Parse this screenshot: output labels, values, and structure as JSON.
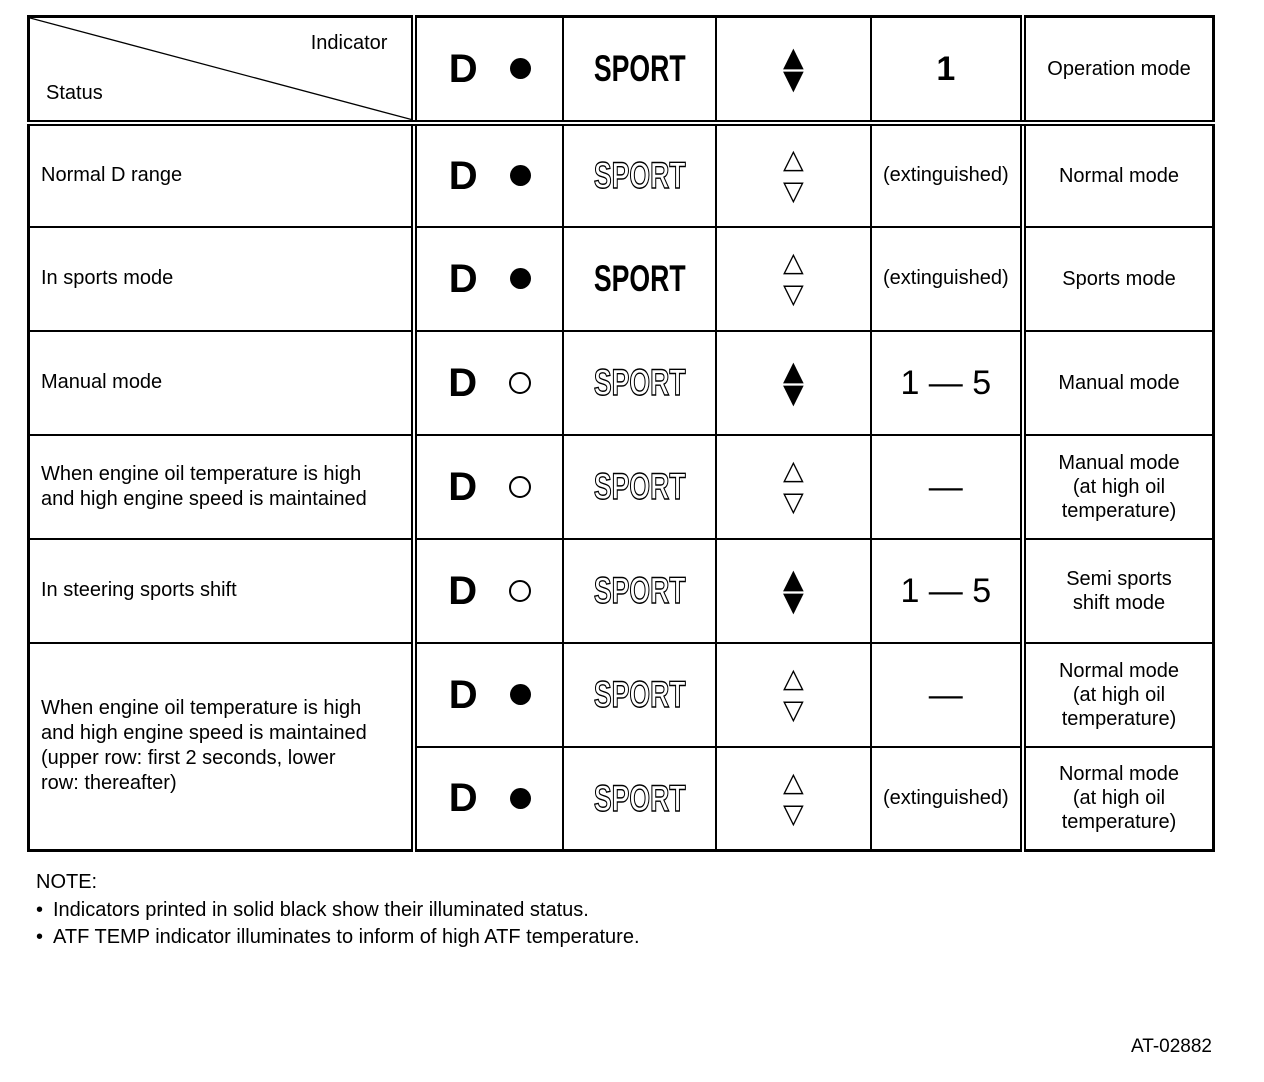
{
  "colors": {
    "ink": "#000000",
    "background": "#ffffff"
  },
  "icons": {
    "arrow_up_solid": "▲",
    "arrow_down_solid": "▼",
    "arrow_up_outline": "△",
    "arrow_down_outline": "▽",
    "bullet": "•"
  },
  "table": {
    "corner": {
      "indicator_label": "Indicator",
      "status_label": "Status"
    },
    "header": {
      "d_label": "D",
      "dot": "filled",
      "sport_label": "SPORT",
      "sport_style": "solid",
      "arrows_style": "solid",
      "gear_label": "1",
      "gear_style": "display-bold",
      "mode_label": "Operation mode"
    },
    "rows": [
      {
        "status": "Normal D range",
        "cells": [
          {
            "d_label": "D",
            "dot": "filled",
            "sport_label": "SPORT",
            "sport_style": "outline",
            "arrows_style": "outline",
            "gear_label": "(extinguished)",
            "gear_style": "caption",
            "mode_label": "Normal mode"
          }
        ]
      },
      {
        "status": "In sports mode",
        "cells": [
          {
            "d_label": "D",
            "dot": "filled",
            "sport_label": "SPORT",
            "sport_style": "solid",
            "arrows_style": "outline",
            "gear_label": "(extinguished)",
            "gear_style": "caption",
            "mode_label": "Sports mode"
          }
        ]
      },
      {
        "status": "Manual mode",
        "cells": [
          {
            "d_label": "D",
            "dot": "outline",
            "sport_label": "SPORT",
            "sport_style": "outline",
            "arrows_style": "solid",
            "gear_label": "1 — 5",
            "gear_style": "display",
            "mode_label": "Manual mode"
          }
        ]
      },
      {
        "status": "When engine oil temperature is high\nand high engine speed is maintained",
        "cells": [
          {
            "d_label": "D",
            "dot": "outline",
            "sport_label": "SPORT",
            "sport_style": "outline",
            "arrows_style": "outline",
            "gear_label": "—",
            "gear_style": "display",
            "mode_label": "Manual mode\n(at high oil\ntemperature)"
          }
        ]
      },
      {
        "status": "In steering sports shift",
        "cells": [
          {
            "d_label": "D",
            "dot": "outline",
            "sport_label": "SPORT",
            "sport_style": "outline",
            "arrows_style": "solid",
            "gear_label": "1 — 5",
            "gear_style": "display",
            "mode_label": "Semi sports\nshift mode"
          }
        ]
      },
      {
        "status": "When engine oil temperature is high\nand high engine speed is maintained\n(upper row: first 2 seconds, lower\nrow: thereafter)",
        "cells": [
          {
            "d_label": "D",
            "dot": "filled",
            "sport_label": "SPORT",
            "sport_style": "outline",
            "arrows_style": "outline",
            "gear_label": "—",
            "gear_style": "display",
            "mode_label": "Normal mode\n(at high oil\ntemperature)"
          },
          {
            "d_label": "D",
            "dot": "filled",
            "sport_label": "SPORT",
            "sport_style": "outline",
            "arrows_style": "outline",
            "gear_label": "(extinguished)",
            "gear_style": "caption",
            "mode_label": "Normal mode\n(at high oil\ntemperature)"
          }
        ]
      }
    ]
  },
  "note": {
    "title": "NOTE:",
    "bullet_char": "•",
    "bullets": [
      "Indicators printed in solid black show their illuminated status.",
      "ATF TEMP indicator illuminates to inform of high ATF temperature."
    ]
  },
  "figure_id": "AT-02882"
}
